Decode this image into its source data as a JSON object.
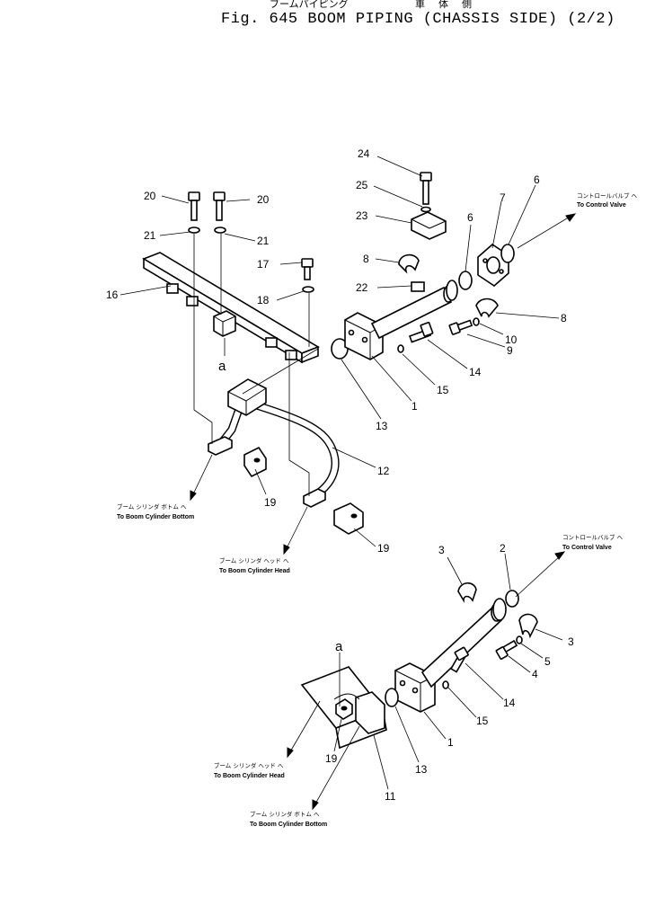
{
  "title": {
    "main": "Fig. 645 BOOM PIPING (CHASSIS SIDE) (2/2)",
    "jp_fragments": [
      "ブームパイピング",
      "車",
      "体",
      "側"
    ]
  },
  "callouts": {
    "upper": [
      {
        "id": "c24",
        "text": "24"
      },
      {
        "id": "c25",
        "text": "25"
      },
      {
        "id": "c23",
        "text": "23"
      },
      {
        "id": "c8a",
        "text": "8"
      },
      {
        "id": "c22",
        "text": "22"
      },
      {
        "id": "c7",
        "text": "7"
      },
      {
        "id": "c6a",
        "text": "6"
      },
      {
        "id": "c6b",
        "text": "6"
      },
      {
        "id": "c8b",
        "text": "8"
      },
      {
        "id": "c10",
        "text": "10"
      },
      {
        "id": "c9",
        "text": "9"
      },
      {
        "id": "c14a",
        "text": "14"
      },
      {
        "id": "c15a",
        "text": "15"
      },
      {
        "id": "c1a",
        "text": "1"
      },
      {
        "id": "c13a",
        "text": "13"
      },
      {
        "id": "c12",
        "text": "12"
      },
      {
        "id": "c19a",
        "text": "19"
      },
      {
        "id": "c19b",
        "text": "19"
      },
      {
        "id": "c20a",
        "text": "20"
      },
      {
        "id": "c20b",
        "text": "20"
      },
      {
        "id": "c21a",
        "text": "21"
      },
      {
        "id": "c21b",
        "text": "21"
      },
      {
        "id": "c17",
        "text": "17"
      },
      {
        "id": "c18",
        "text": "18"
      },
      {
        "id": "c16",
        "text": "16"
      },
      {
        "id": "ca1",
        "text": "a"
      }
    ],
    "lower": [
      {
        "id": "c3a",
        "text": "3"
      },
      {
        "id": "c2",
        "text": "2"
      },
      {
        "id": "c3b",
        "text": "3"
      },
      {
        "id": "c5",
        "text": "5"
      },
      {
        "id": "c4",
        "text": "4"
      },
      {
        "id": "c14b",
        "text": "14"
      },
      {
        "id": "c15b",
        "text": "15"
      },
      {
        "id": "c1b",
        "text": "1"
      },
      {
        "id": "c13b",
        "text": "13"
      },
      {
        "id": "c19c",
        "text": "19"
      },
      {
        "id": "c11",
        "text": "11"
      },
      {
        "id": "ca2",
        "text": "a"
      }
    ]
  },
  "destinations": {
    "control_valve_1": {
      "jp": "コントロールバルブ へ",
      "en": "To Control Valve"
    },
    "control_valve_2": {
      "jp": "コントロールバルブ へ",
      "en": "To Control Valve"
    },
    "cyl_bottom_1": {
      "jp": "ブーム シリンダ ボトム へ",
      "en": "To Boom Cylinder Bottom"
    },
    "cyl_head_1": {
      "jp": "ブーム シリンダ ヘッド へ",
      "en": "To Boom Cylinder Head"
    },
    "cyl_head_2": {
      "jp": "ブーム シリンダ ヘッド へ",
      "en": "To Boom Cylinder Head"
    },
    "cyl_bottom_2": {
      "jp": "ブーム シリンダ ボトム へ",
      "en": "To Boom Cylinder Bottom"
    }
  }
}
